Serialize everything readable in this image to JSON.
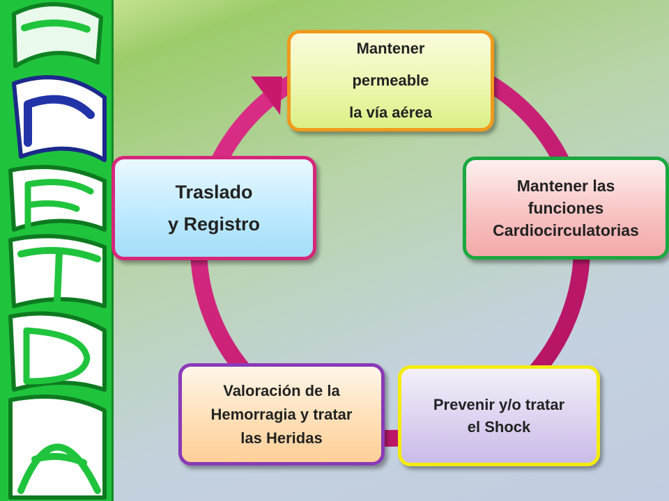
{
  "colors": {
    "ring": "#c8186e",
    "sidebar": "#1fc43c"
  },
  "sidebar_art": "decorative vertical letters logo",
  "steps": [
    {
      "lines": [
        "Mantener",
        "permeable",
        "la vía aérea"
      ]
    },
    {
      "lines": [
        "Mantener las",
        "funciones",
        "Cardiocirculatorias"
      ]
    },
    {
      "lines": [
        "Prevenir y/o tratar",
        "el Shock"
      ]
    },
    {
      "lines": [
        "Valoración de la",
        "Hemorragia y tratar",
        "las Heridas"
      ]
    },
    {
      "lines": [
        "Traslado",
        "y Registro"
      ]
    }
  ]
}
